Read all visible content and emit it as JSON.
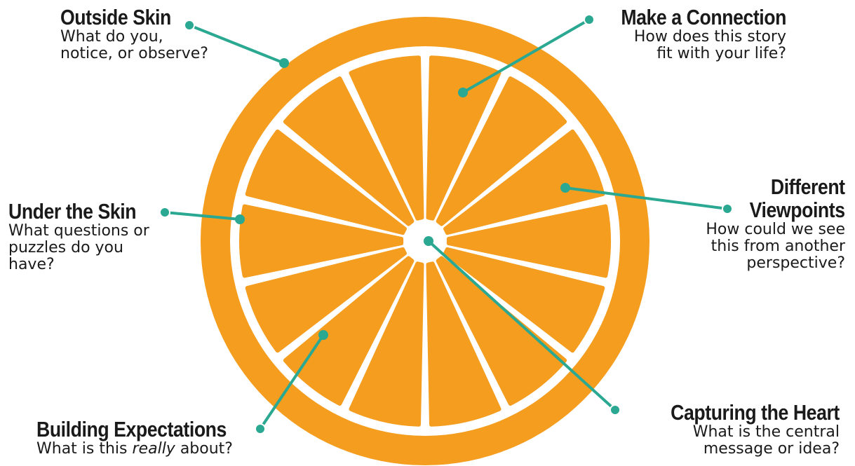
{
  "colors": {
    "peel": "#f49d1f",
    "pith": "#ffffff",
    "segment": "#f49d1f",
    "connector": "#2aa891",
    "text": "#1a1a1a"
  },
  "labels": {
    "outside_skin": {
      "title": "Outside Skin",
      "line1": "What do you,",
      "line2": "notice, or observe?"
    },
    "make_connection": {
      "title": "Make a Connection",
      "line1": "How does this story",
      "line2": "fit with your life?"
    },
    "under_skin": {
      "title": "Under the Skin",
      "line1": "What questions or",
      "line2": "puzzles do you",
      "line3": "have?"
    },
    "different_viewpoints": {
      "title_line1": "Different",
      "title_line2": "Viewpoints",
      "line1": "How could we see",
      "line2": "this from another",
      "line3": "perspective?"
    },
    "building_expectations": {
      "title": "Building Expectations",
      "prefix": "What is this ",
      "emphasis": "really",
      "suffix": " about?"
    },
    "capturing_heart": {
      "title": "Capturing the Heart",
      "line1": "What is the central",
      "line2": "message or idea?"
    }
  }
}
